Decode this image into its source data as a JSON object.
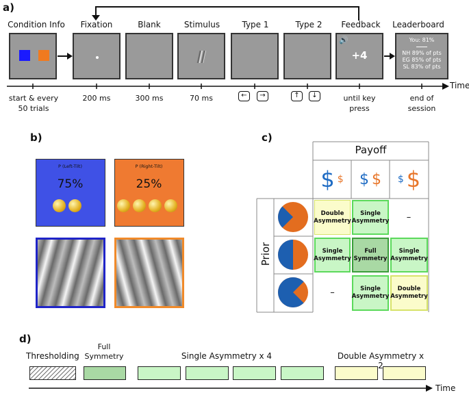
{
  "panel_a": {
    "label": "a)",
    "stages": [
      {
        "title": "Condition Info",
        "timing": "start & every\n50 trials"
      },
      {
        "title": "Fixation",
        "timing": "200 ms"
      },
      {
        "title": "Blank",
        "timing": "300 ms"
      },
      {
        "title": "Stimulus",
        "timing": "70 ms"
      },
      {
        "title": "Type 1",
        "timing": ""
      },
      {
        "title": "Type 2",
        "timing": ""
      },
      {
        "title": "Feedback",
        "timing": "until key\npress"
      },
      {
        "title": "Leaderboard",
        "timing": "end of\nsession"
      }
    ],
    "time_label": "Time",
    "feedback_value": "+4",
    "leaderboard": {
      "you": "You: 81%",
      "rows": [
        "NH 89% of pts",
        "EG 85% of pts",
        "SL 83% of pts"
      ]
    },
    "type1_keys": [
      "←",
      "→"
    ],
    "type2_keys": [
      "↑",
      "↓"
    ],
    "colors": {
      "blue": "#1a1aff",
      "orange": "#f07a1f"
    }
  },
  "panel_b": {
    "label": "b)",
    "left_card": {
      "caption": "P (Left-Tilt)",
      "value": "75%",
      "coins": 2,
      "color": "#3f51e6"
    },
    "right_card": {
      "caption": "P (Right-Tilt)",
      "value": "25%",
      "coins": 4,
      "color": "#ef7a31"
    }
  },
  "panel_c": {
    "label": "c)",
    "payoff_label": "Payoff",
    "prior_label": "Prior",
    "cells": [
      [
        "Double\nAsymmetry",
        "Single\nAsymmetry",
        "–"
      ],
      [
        "Single\nAsymmetry",
        "Full\nSymmetry",
        "Single\nAsymmetry"
      ],
      [
        "–",
        "Single\nAsymmetry",
        "Double\nAsymmetry"
      ]
    ],
    "pie_blue_fractions": [
      0.25,
      0.5,
      0.75
    ]
  },
  "panel_d": {
    "label": "d)",
    "groups": [
      "Thresholding",
      "Full\nSymmetry",
      "Single Asymmetry x 4",
      "Double Asymmetry x 2"
    ],
    "time_label": "Time"
  }
}
